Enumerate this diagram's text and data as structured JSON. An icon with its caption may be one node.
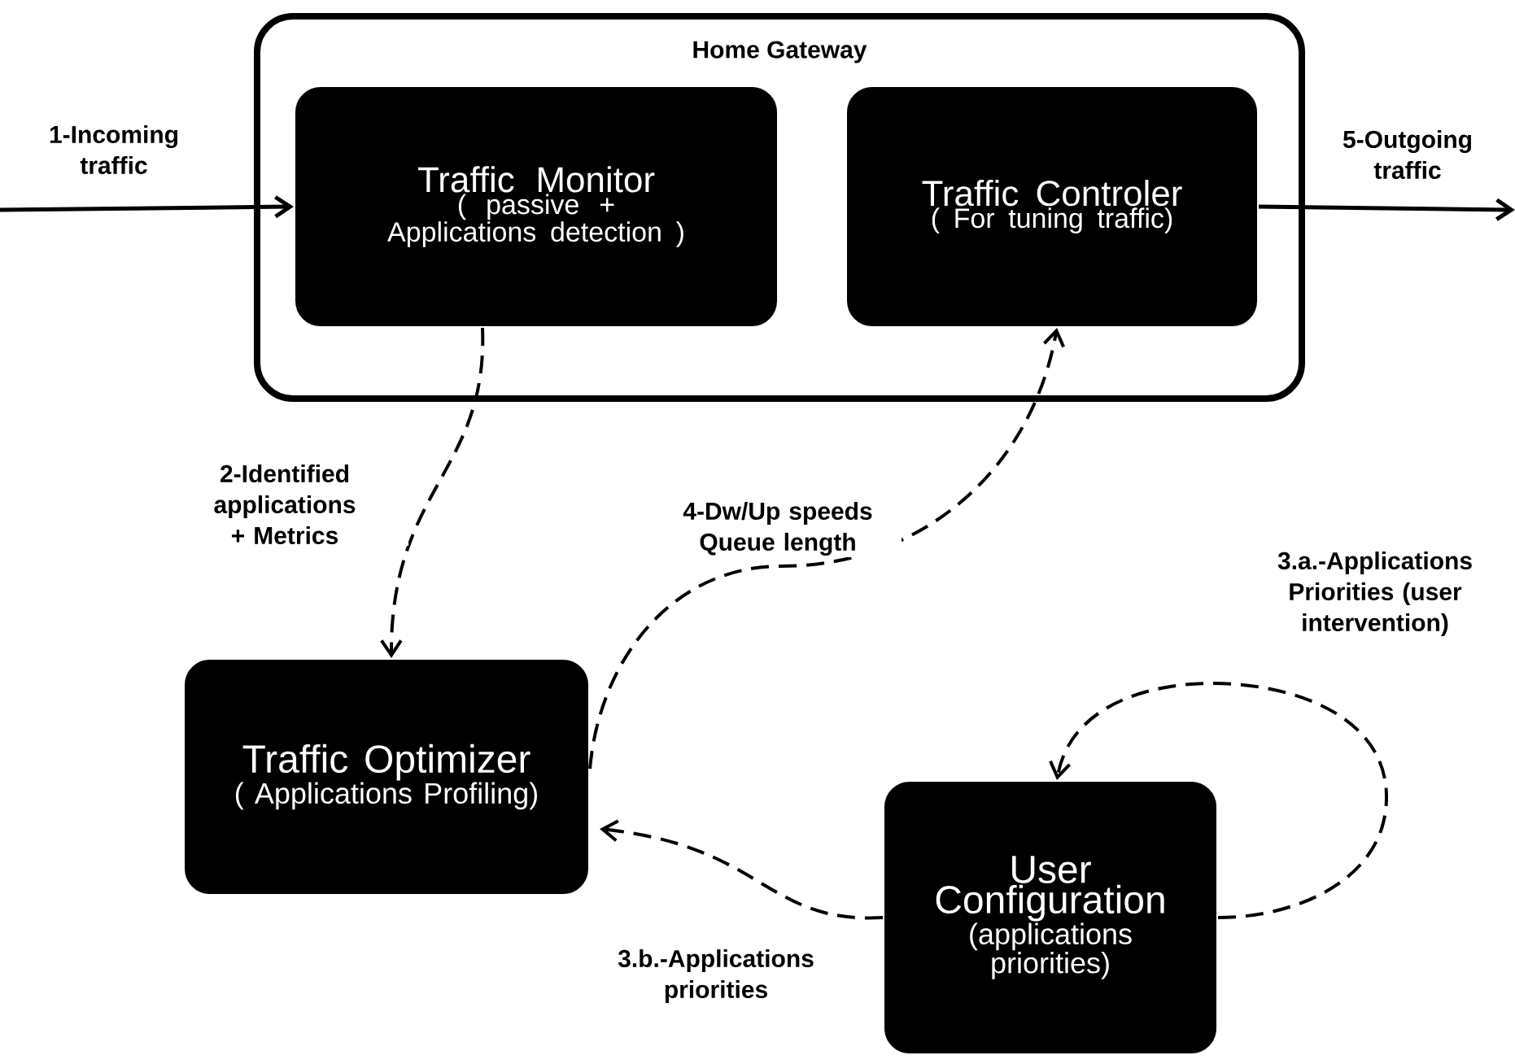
{
  "diagram": {
    "nodes": [
      {
        "text": [
          "Home Gateway"
        ]
      },
      {
        "text": [
          "Traffic Monitor",
          "( passive + Applications detection )"
        ],
        "in": 0
      },
      {
        "text": [
          "Traffic Controler",
          "( For tuning traffic)"
        ],
        "in": 0
      },
      {
        "text": [
          "Traffic Optimizer",
          "( Applications Profiling)"
        ]
      },
      {
        "text": [
          "User Configuration",
          "(applications priorities)"
        ]
      }
    ],
    "edges": [
      {
        "from": null,
        "to": 1,
        "arrow": "to",
        "label": "1-Incoming traffic"
      },
      {
        "from": 2,
        "to": null,
        "arrow": "to",
        "label": "5-Outgoing traffic"
      },
      {
        "from": 1,
        "to": 3,
        "arrow": "to",
        "style": "dashed",
        "label": "2-Identified applications + Metrics"
      },
      {
        "from": 3,
        "to": 2,
        "arrow": "to",
        "style": "dashed",
        "label": "4-Dw/Up speeds Queue length"
      },
      {
        "from": 4,
        "to": 4,
        "arrow": "to",
        "style": "dashed",
        "label": "3.a.-Applications Priorities (user intervention)"
      },
      {
        "from": 4,
        "to": 3,
        "arrow": "to",
        "style": "dashed",
        "label": "3.b.-Applications priorities"
      }
    ]
  }
}
